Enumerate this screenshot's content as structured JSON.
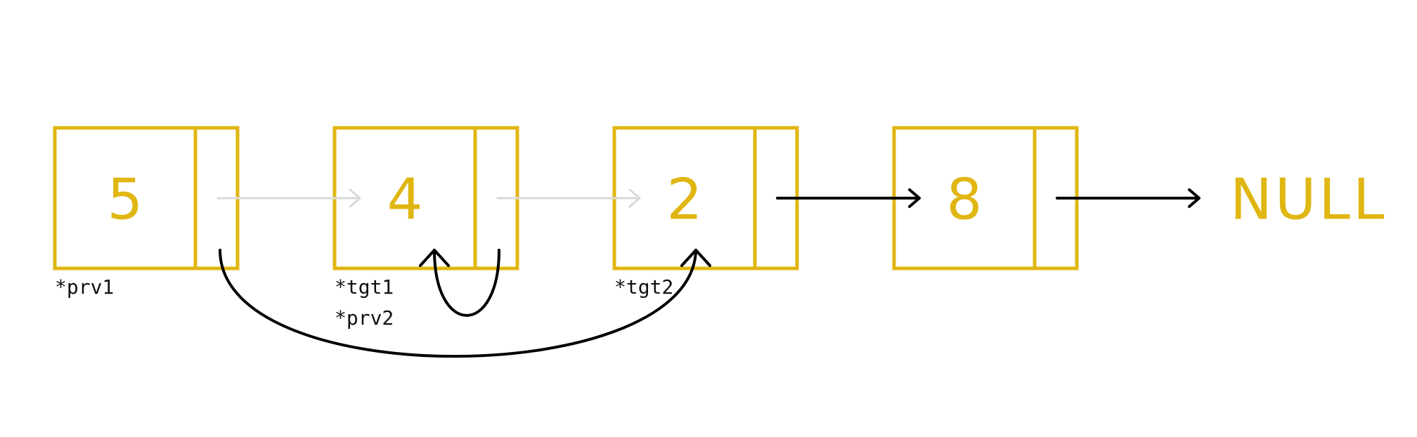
{
  "colors": {
    "node": "#e0b612",
    "text": "#e0b612",
    "old_link": "#d9d9d9",
    "new_link": "#000000",
    "label": "#111111"
  },
  "nodes": [
    {
      "value": "5"
    },
    {
      "value": "4"
    },
    {
      "value": "2"
    },
    {
      "value": "8"
    }
  ],
  "terminal": "NULL",
  "pointer_labels": {
    "node0": "*prv1",
    "node1_a": "*tgt1",
    "node1_b": "*prv2",
    "node2": "*tgt2"
  }
}
